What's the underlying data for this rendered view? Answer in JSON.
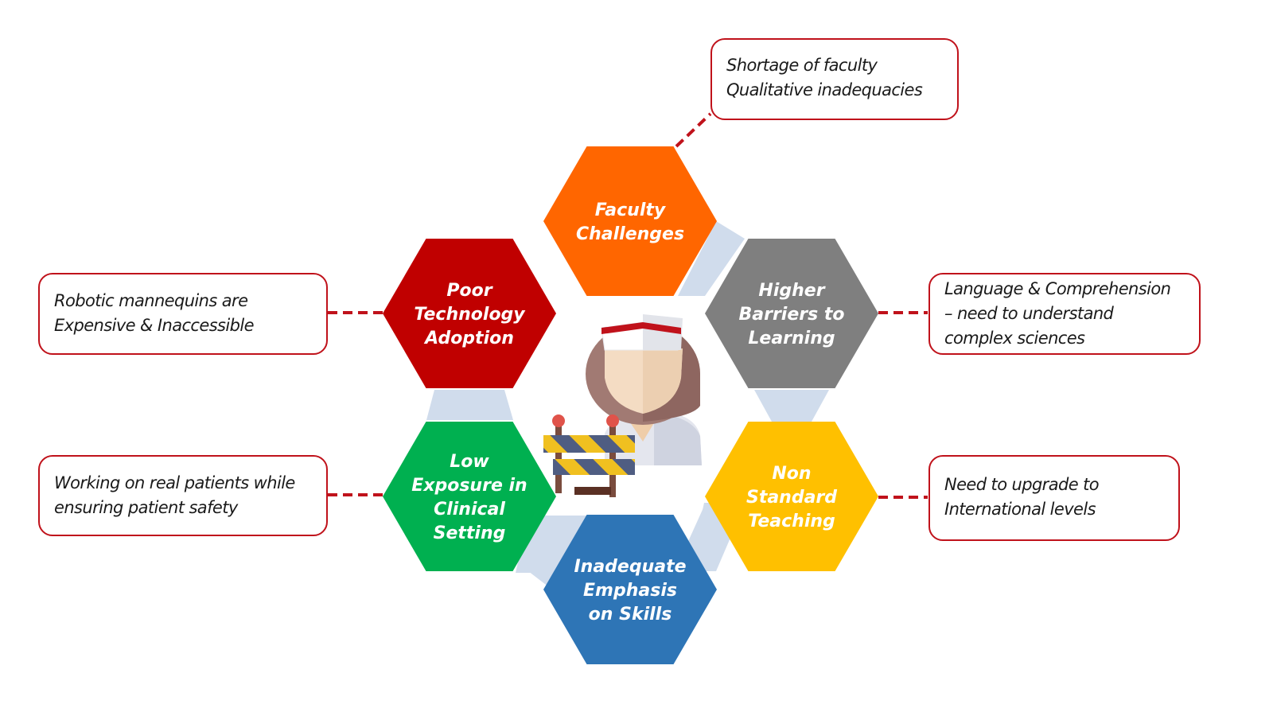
{
  "diagram": {
    "hexagons": [
      {
        "id": "faculty",
        "lines": [
          "Faculty",
          "Challenges"
        ],
        "color": "#ff6600"
      },
      {
        "id": "barriers",
        "lines": [
          "Higher",
          "Barriers to",
          "Learning"
        ],
        "color": "#7f7f7f"
      },
      {
        "id": "teaching",
        "lines": [
          "Non",
          "Standard",
          "Teaching"
        ],
        "color": "#ffc000"
      },
      {
        "id": "skills",
        "lines": [
          "Inadequate",
          "Emphasis",
          "on Skills"
        ],
        "color": "#2e75b6"
      },
      {
        "id": "clinical",
        "lines": [
          "Low",
          "Exposure in",
          "Clinical",
          "Setting"
        ],
        "color": "#00b050"
      },
      {
        "id": "technology",
        "lines": [
          "Poor",
          "Technology",
          "Adoption"
        ],
        "color": "#c00000"
      }
    ],
    "connector_color": "#d0dcec",
    "callouts": [
      {
        "id": "faculty",
        "lines": [
          "Shortage of faculty",
          "Qualitative inadequacies"
        ]
      },
      {
        "id": "barriers",
        "lines": [
          "Language & Comprehension",
          "– need to understand",
          "complex sciences"
        ]
      },
      {
        "id": "teaching",
        "lines": [
          "Need to upgrade to",
          "International levels"
        ]
      },
      {
        "id": "clinical",
        "lines": [
          "Working on real patients while",
          "ensuring patient safety"
        ]
      },
      {
        "id": "technology",
        "lines": [
          "Robotic mannequins are",
          "Expensive & Inaccessible"
        ]
      }
    ],
    "callout_border_color": "#c0121b",
    "connector_line_color": "#c0121b",
    "center_icon": "nurse-with-barrier-icon"
  }
}
